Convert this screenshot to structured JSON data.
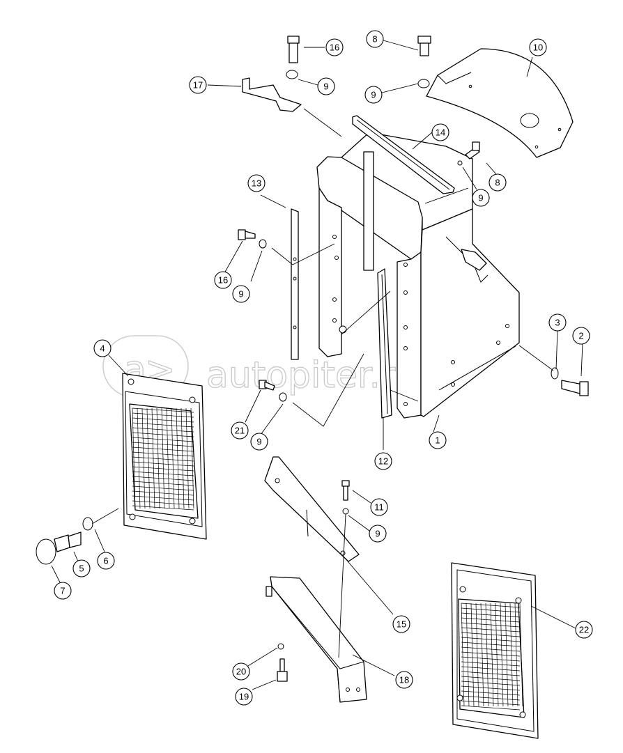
{
  "watermark": {
    "text": "autopiter.ru"
  },
  "callouts": [
    "1",
    "2",
    "3",
    "4",
    "5",
    "6",
    "7",
    "8",
    "8",
    "9",
    "9",
    "9",
    "9",
    "9",
    "9",
    "10",
    "11",
    "12",
    "13",
    "14",
    "15",
    "16",
    "16",
    "17",
    "18",
    "19",
    "20",
    "21",
    "22"
  ]
}
